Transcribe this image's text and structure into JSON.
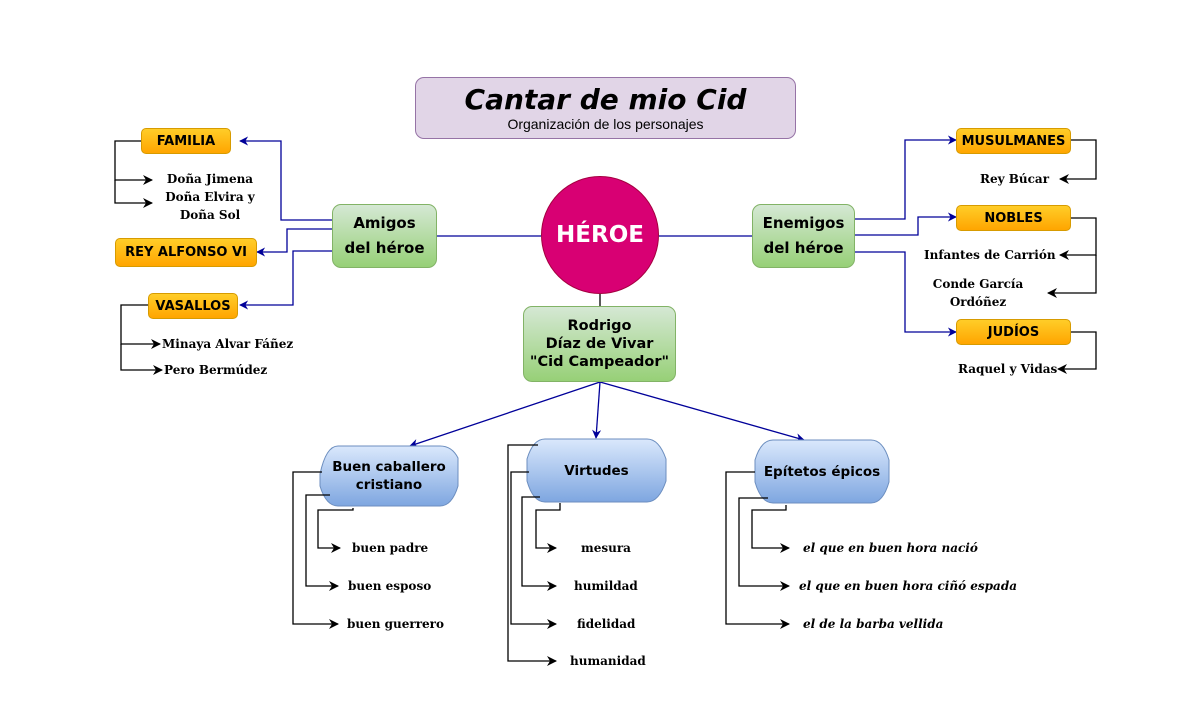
{
  "title": {
    "main": "Cantar de mio Cid",
    "subtitle": "Organización de los personajes"
  },
  "colors": {
    "connector_blue": "#000099",
    "connector_black": "#000000",
    "hero_fill": "#d80073",
    "green_fill": "#97d077",
    "orange_fill": "#ffa500",
    "blue_fill": "#7ea6e0",
    "title_fill": "#e1d5e7"
  },
  "center": {
    "hero": "HÉROE",
    "rodrigo": [
      "Rodrigo",
      "Díaz de Vivar",
      "\"Cid Campeador\""
    ]
  },
  "friends": {
    "label": [
      "Amigos",
      "del héroe"
    ],
    "groups": [
      {
        "name": "FAMILIA",
        "members": [
          "Doña Jimena",
          "Doña Elvira y",
          "Doña Sol"
        ]
      },
      {
        "name": "REY ALFONSO VI",
        "members": []
      },
      {
        "name": "VASALLOS",
        "members": [
          "Minaya Alvar Fáñez",
          "Pero Bermúdez"
        ]
      }
    ]
  },
  "enemies": {
    "label": [
      "Enemigos",
      "del héroe"
    ],
    "groups": [
      {
        "name": "MUSULMANES",
        "members": [
          "Rey Búcar"
        ]
      },
      {
        "name": "NOBLES",
        "members": [
          "Infantes de Carrión",
          "Conde García",
          "Ordóñez"
        ]
      },
      {
        "name": "JUDÍOS",
        "members": [
          "Raquel y Vidas"
        ]
      }
    ]
  },
  "traits": [
    {
      "name": [
        "Buen caballero",
        "cristiano"
      ],
      "items": [
        "buen padre",
        "buen esposo",
        "buen guerrero"
      ]
    },
    {
      "name": [
        "Virtudes"
      ],
      "items": [
        "mesura",
        "humildad",
        "fidelidad",
        "humanidad"
      ]
    },
    {
      "name": [
        "Epítetos épicos"
      ],
      "items": [
        "el que en buen hora nació",
        "el que en buen hora ciñó espada",
        "el de la barba vellida"
      ]
    }
  ]
}
